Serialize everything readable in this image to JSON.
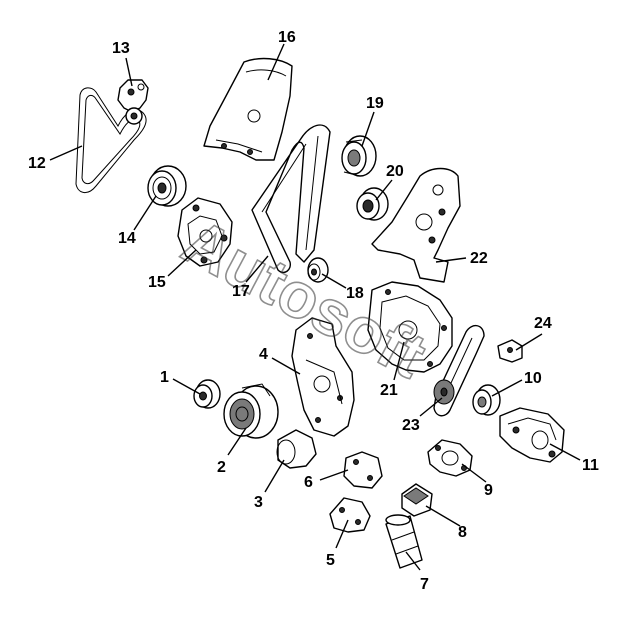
{
  "watermark": "Autosoft",
  "callouts": [
    {
      "id": "1",
      "label": "1"
    },
    {
      "id": "2",
      "label": "2"
    },
    {
      "id": "3",
      "label": "3"
    },
    {
      "id": "4",
      "label": "4"
    },
    {
      "id": "5",
      "label": "5"
    },
    {
      "id": "6",
      "label": "6"
    },
    {
      "id": "7",
      "label": "7"
    },
    {
      "id": "8",
      "label": "8"
    },
    {
      "id": "9",
      "label": "9"
    },
    {
      "id": "10",
      "label": "10"
    },
    {
      "id": "11",
      "label": "11"
    },
    {
      "id": "12",
      "label": "12"
    },
    {
      "id": "13",
      "label": "13"
    },
    {
      "id": "14",
      "label": "14"
    },
    {
      "id": "15",
      "label": "15"
    },
    {
      "id": "16",
      "label": "16"
    },
    {
      "id": "17",
      "label": "17"
    },
    {
      "id": "18",
      "label": "18"
    },
    {
      "id": "19",
      "label": "19"
    },
    {
      "id": "20",
      "label": "20"
    },
    {
      "id": "21",
      "label": "21"
    },
    {
      "id": "22",
      "label": "22"
    },
    {
      "id": "23",
      "label": "23"
    },
    {
      "id": "24",
      "label": "24"
    }
  ]
}
